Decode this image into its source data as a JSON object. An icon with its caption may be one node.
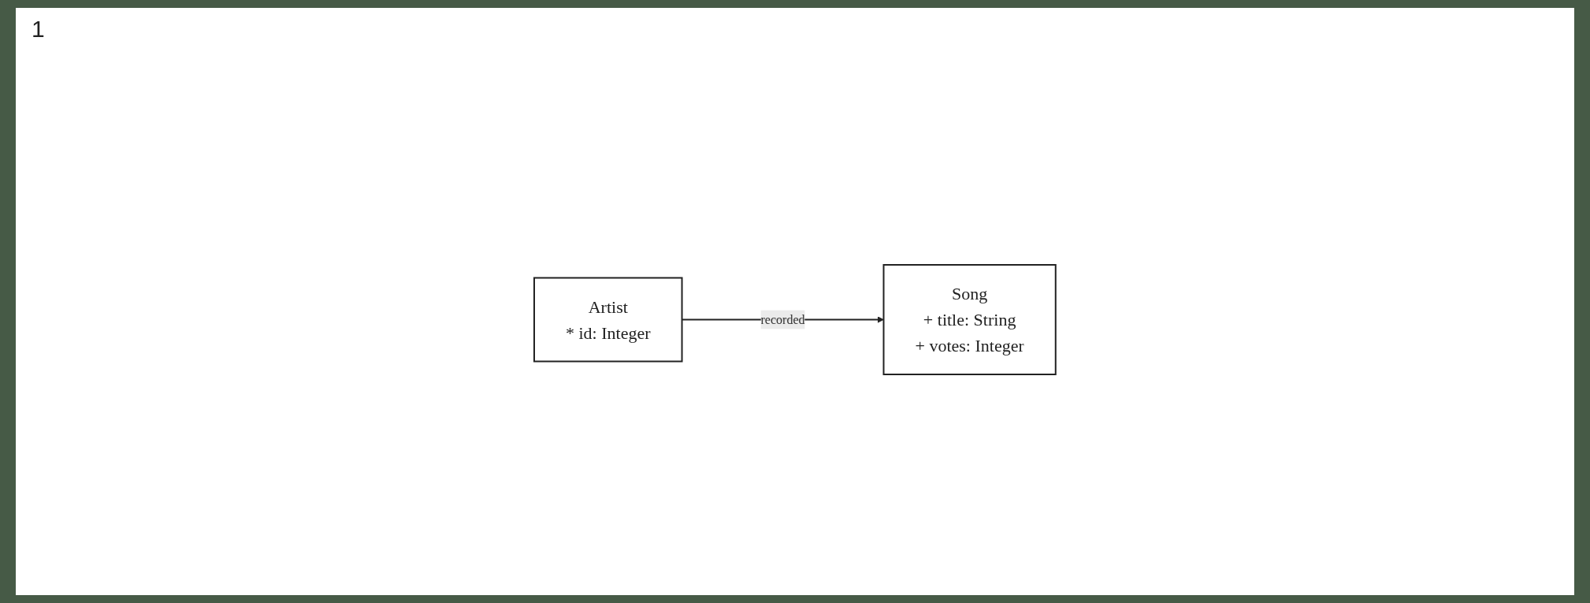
{
  "diagram": {
    "nodes": [
      {
        "text": [
          "Artist",
          "* id: Integer"
        ]
      },
      {
        "text": [
          "Song",
          "+ title: String",
          "+ votes: Integer"
        ]
      }
    ],
    "edges": [
      {
        "from": 0,
        "to": 1,
        "arrow": "to",
        "label": "recorded"
      }
    ],
    "labels": [
      "1"
    ]
  }
}
